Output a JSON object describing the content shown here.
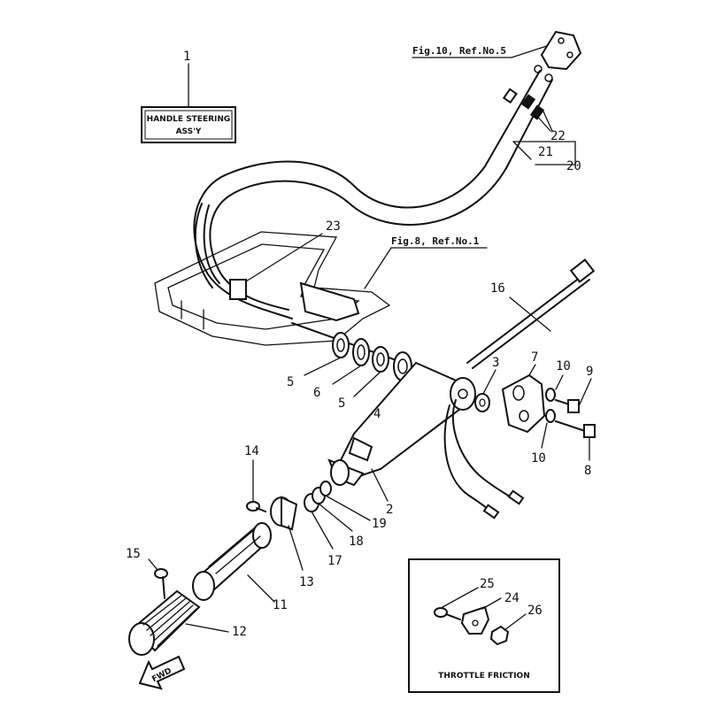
{
  "labels": {
    "title_box_line1": "HANDLE STEERING",
    "title_box_line2": "ASS'Y",
    "ref_fig10": "Fig.10, Ref.No.5",
    "ref_fig8": "Fig.8, Ref.No.1",
    "inset_title": "THROTTLE FRICTION",
    "fwd": "FWD"
  },
  "callouts": {
    "c1": "1",
    "c2": "2",
    "c3": "3",
    "c4": "4",
    "c5a": "5",
    "c5b": "5",
    "c6": "6",
    "c7": "7",
    "c8": "8",
    "c9": "9",
    "c10a": "10",
    "c10b": "10",
    "c11": "11",
    "c12": "12",
    "c13": "13",
    "c14": "14",
    "c15": "15",
    "c16": "16",
    "c17": "17",
    "c18": "18",
    "c19": "19",
    "c20": "20",
    "c21": "21",
    "c22": "22",
    "c23": "23",
    "c24": "24",
    "c25": "25",
    "c26": "26"
  }
}
